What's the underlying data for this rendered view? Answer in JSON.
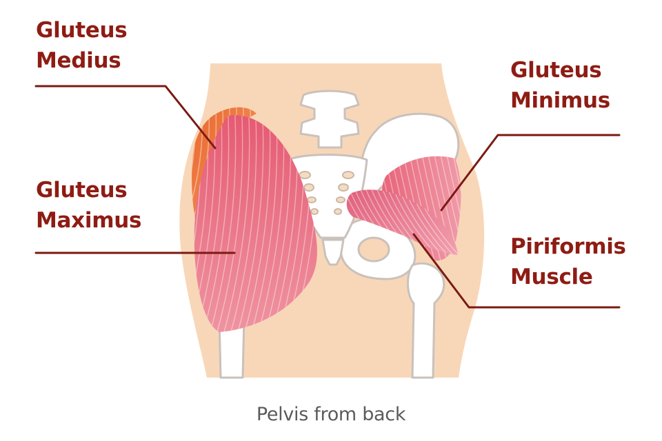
{
  "labels": {
    "gluteus_medius": [
      "Gluteus",
      "Medius"
    ],
    "gluteus_minimus": [
      "Gluteus",
      "Minimus"
    ],
    "gluteus_maximus": [
      "Gluteus",
      "Maximus"
    ],
    "piriformis": [
      "Piriformis",
      "Muscle"
    ]
  },
  "caption": "Pelvis from back",
  "colors": {
    "label_text": "#8e1c14",
    "leader_line": "#7a1a12",
    "skin": "#f8d7b9",
    "bone": "#ffffff",
    "bone_outline": "#c9c1bc",
    "gluteus_maximus": "#e86b7f",
    "gluteus_medius": "#ef7b3c",
    "gluteus_minimus": "#ec7c8a",
    "piriformis": "#e3708a",
    "caption_text": "#5a5a5a"
  }
}
